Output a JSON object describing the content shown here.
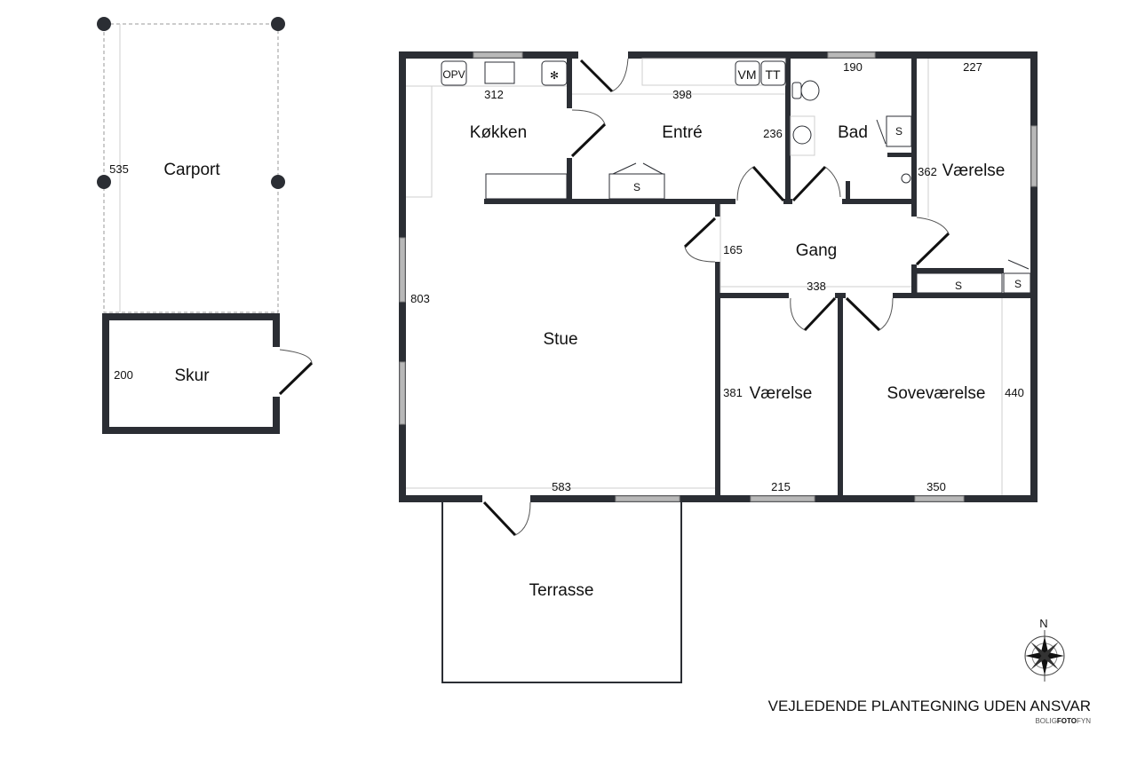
{
  "rooms": {
    "carport": "Carport",
    "skur": "Skur",
    "kokken": "Køkken",
    "entre": "Entré",
    "bad": "Bad",
    "vaerelse1": "Værelse",
    "gang": "Gang",
    "stue": "Stue",
    "vaerelse2": "Værelse",
    "sovevaerelse": "Soveværelse",
    "terrasse": "Terrasse"
  },
  "dimensions": {
    "carport": "535",
    "skur": "200",
    "kokken": "312",
    "entre_width": "398",
    "entre_depth": "236",
    "bad": "190",
    "vaerelse1_width": "227",
    "vaerelse1_depth": "362",
    "gang_depth": "165",
    "gang_width": "338",
    "stue_depth": "803",
    "stue_width": "583",
    "vaerelse2_depth": "381",
    "vaerelse2_width": "215",
    "sovevaerelse_depth": "440",
    "sovevaerelse_width": "350"
  },
  "appliances": {
    "opv": "OPV",
    "vm": "VM",
    "tt": "TT",
    "closet": "S"
  },
  "compass": {
    "north": "N"
  },
  "footer": {
    "disclaimer": "VEJLEDENDE PLANTEGNING UDEN ANSVAR",
    "brand_prefix": "BOLIG",
    "brand_bold": "FOTO",
    "brand_suffix": "FYN"
  }
}
